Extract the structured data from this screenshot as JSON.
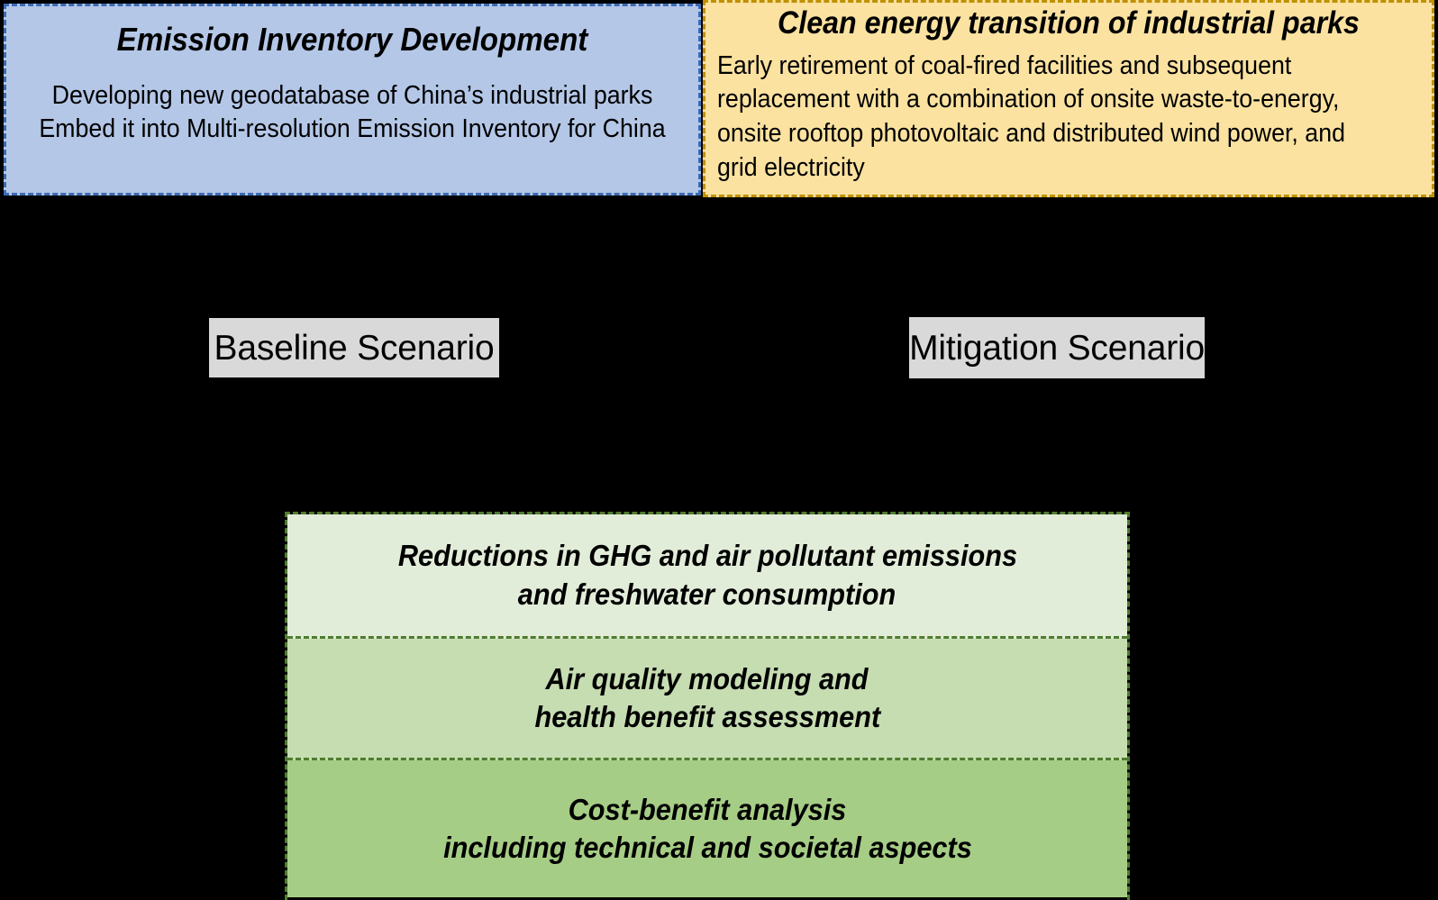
{
  "diagram": {
    "top_panels": [
      {
        "id": "inventory",
        "title": "Emission Inventory Development",
        "lines": [
          "Developing new geodatabase of China’s industrial parks",
          "Embed it into Multi-resolution Emission Inventory for China"
        ],
        "fill_color": "#b4c7e7",
        "border_color": "#3d6ab5"
      },
      {
        "id": "clean-energy",
        "title": "Clean energy transition of industrial parks",
        "lines": [
          "Early retirement of coal-fired facilities and subsequent",
          "replacement with a combination of onsite waste-to-energy,",
          "onsite rooftop photovoltaic and distributed wind power, and",
          "grid electricity"
        ],
        "fill_color": "#fbe2a0",
        "border_color": "#bf9000"
      }
    ],
    "scenarios": [
      {
        "id": "baseline",
        "label": "Baseline Scenario",
        "fill_color": "#d9d9d9"
      },
      {
        "id": "mitigation",
        "label": "Mitigation Scenario",
        "fill_color": "#d9d9d9"
      }
    ],
    "outcomes": [
      {
        "id": "emissions",
        "lines": [
          "Reductions in GHG and air pollutant emissions",
          "and freshwater consumption"
        ],
        "fill_color": "#e2edd9"
      },
      {
        "id": "air-quality",
        "lines": [
          "Air quality modeling and",
          "health benefit assessment"
        ],
        "fill_color": "#c6ddb2"
      },
      {
        "id": "cost-benefit",
        "lines": [
          "Cost-benefit analysis",
          "including technical and societal aspects"
        ],
        "fill_color": "#a6cd85"
      }
    ],
    "background_color": "#000000"
  }
}
